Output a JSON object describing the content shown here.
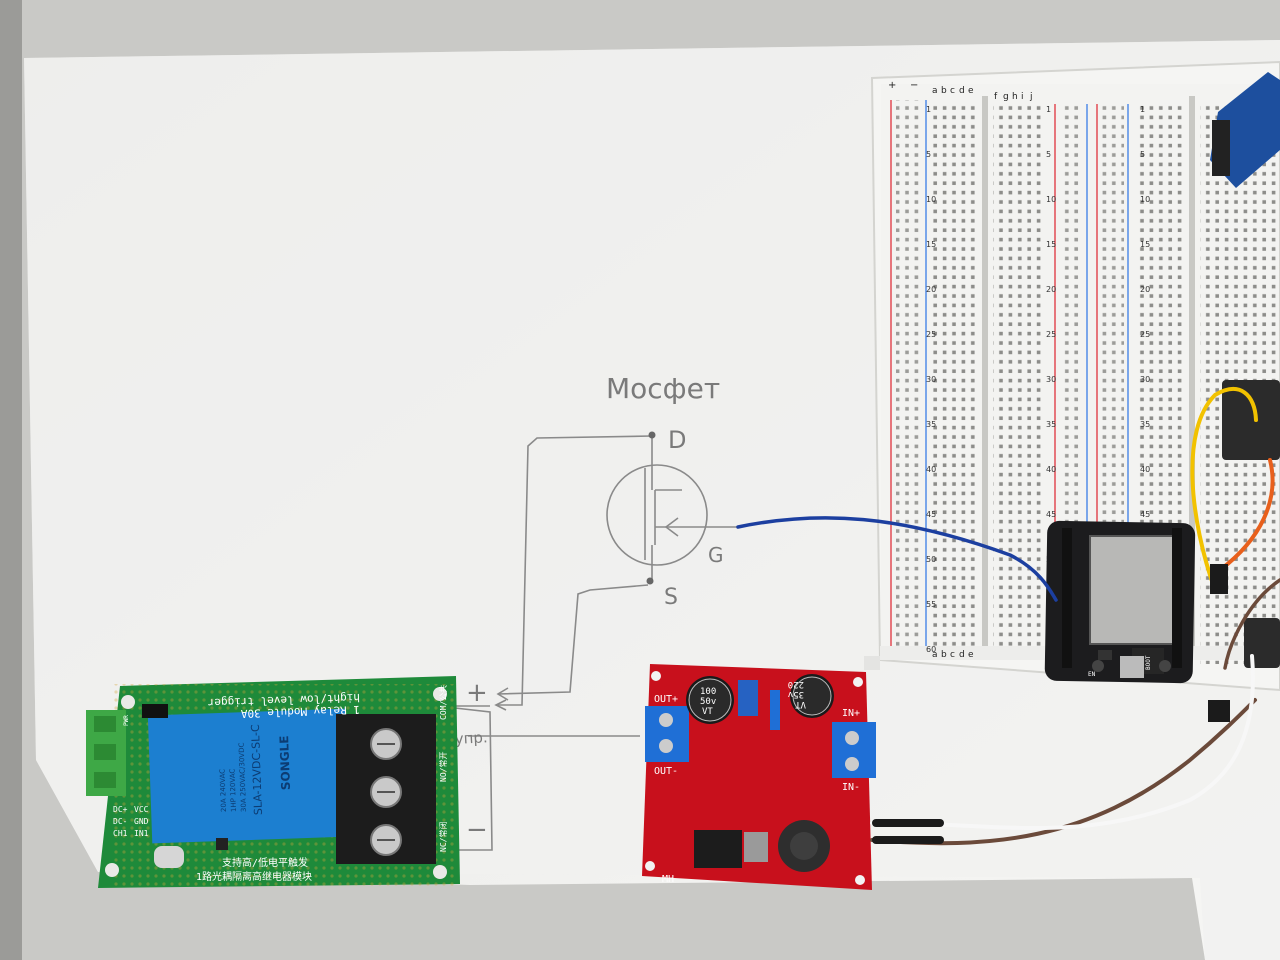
{
  "sketch": {
    "title": "Мосфет",
    "drain": "D",
    "gate": "G",
    "source": "S",
    "terminals": [
      "упр.",
      "+",
      "−"
    ]
  },
  "relay": {
    "line1": "hight/low level trigger",
    "line2": "1 Relay Module 30A",
    "relay_brand": "SONGLE",
    "relay_model": "SLA-12VDC-SL-C",
    "relay_rating1": "30A 250VAC/30VDC",
    "relay_rating2": "1HP 120VAC",
    "relay_rating3": "20A 240VAC",
    "terminal_com": "COM/公共",
    "terminal_no": "NO/常开",
    "terminal_nc": "NC/常闭",
    "pin_labels": [
      "DC+",
      "DC-",
      "CH1",
      "VCC",
      "GND",
      "IN1"
    ],
    "jumper_label": "PWR",
    "cn_line1": "支持高/低电平触发",
    "cn_line2": "1路光耦隔离高继电器模块"
  },
  "boost": {
    "out_plus": "OUT+",
    "out_minus": "OUT-",
    "in_plus": "IN+",
    "in_minus": "IN-",
    "cap1_value": "100",
    "cap1_volt": "50v",
    "cap1_mark": "VT",
    "cap2_value": "220",
    "cap2_volt": "35v",
    "cap2_mark": "VT",
    "brand": "MH"
  },
  "breadboard": {
    "col_letters_left": [
      "a",
      "b",
      "c",
      "d",
      "e"
    ],
    "col_letters_right": [
      "f",
      "g",
      "h",
      "i",
      "j"
    ],
    "row_numbers": [
      "1",
      "5",
      "10",
      "15",
      "20",
      "25",
      "30",
      "35",
      "40",
      "45",
      "50",
      "55",
      "60"
    ],
    "rail_plus": "+",
    "rail_minus": "−"
  },
  "esp32": {
    "boot_label": "BOOT",
    "en_label": "EN"
  },
  "colors": {
    "paper": "#f1f1ef",
    "relay_pcb": "#1e8a3a",
    "relay_blue": "#1c7fd0",
    "boost_pcb": "#c8101c",
    "terminal_blue": "#1f6fd6",
    "breadboard": "#f5f5f3",
    "rail_red": "#e0323c",
    "rail_blue": "#3a7ee6",
    "esp_board": "#1c1c1e",
    "wire_blue": "#1c3fa0",
    "wire_brown": "#6b4a3a",
    "wire_white": "#f7f7f7",
    "wire_orange": "#e8601c",
    "wire_yellow": "#f2c200"
  }
}
